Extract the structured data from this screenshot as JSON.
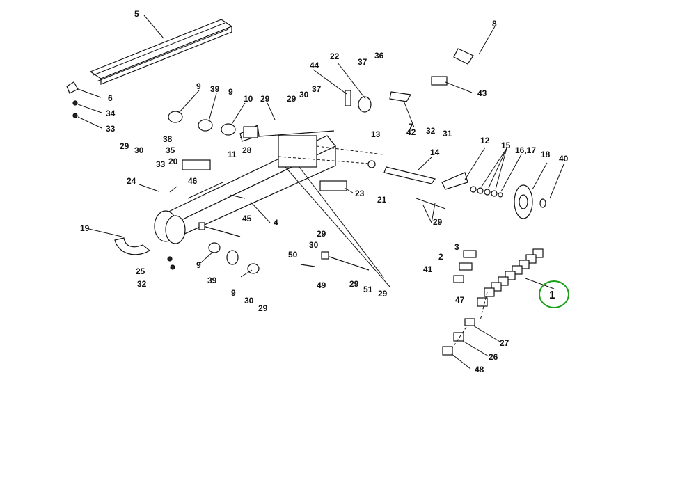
{
  "diagram": {
    "callouts": [
      "5",
      "8",
      "22",
      "36",
      "37",
      "44",
      "43",
      "6",
      "34",
      "33",
      "9",
      "39",
      "9",
      "10",
      "29",
      "29",
      "30",
      "37",
      "7",
      "32",
      "31",
      "29",
      "30",
      "38",
      "35",
      "20",
      "11",
      "28",
      "13",
      "42",
      "14",
      "12",
      "15",
      "16,17",
      "18",
      "40",
      "33",
      "24",
      "46",
      "23",
      "21",
      "29",
      "19",
      "45",
      "4",
      "29",
      "30",
      "3",
      "2",
      "41",
      "47",
      "1",
      "50",
      "49",
      "29",
      "51",
      "29",
      "25",
      "32",
      "9",
      "39",
      "9",
      "30",
      "29",
      "27",
      "26",
      "48"
    ],
    "highlight": {
      "label": "1",
      "color": "#1aa01a"
    }
  }
}
